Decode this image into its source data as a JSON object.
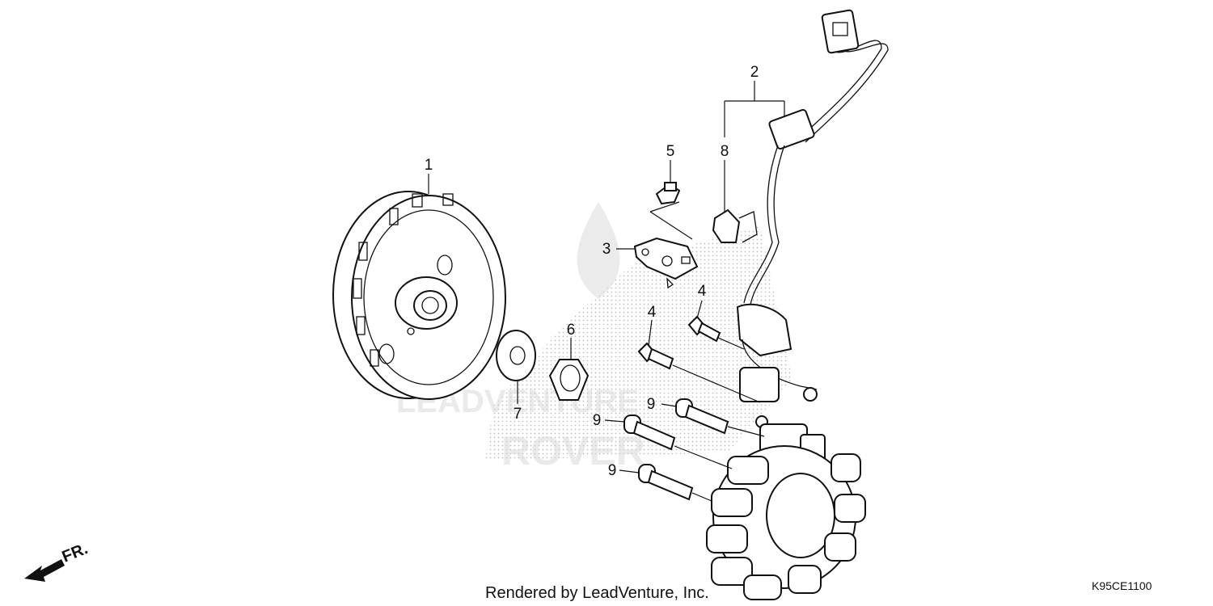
{
  "callouts": {
    "flywheel": "1",
    "wire_harness": "2",
    "bracket": "3",
    "bolt_upper": "4",
    "bolt_lower": "4",
    "screw": "5",
    "nut": "6",
    "washer": "7",
    "clamp": "8",
    "bolt_a": "9",
    "bolt_b": "9",
    "bolt_c": "9"
  },
  "direction_label": "FR.",
  "watermark": {
    "line1": "LEADVENTURE",
    "line2": "ROVER"
  },
  "footer": {
    "credit": "Rendered by LeadVenture, Inc.",
    "diagram_code": "K95CE1100"
  }
}
